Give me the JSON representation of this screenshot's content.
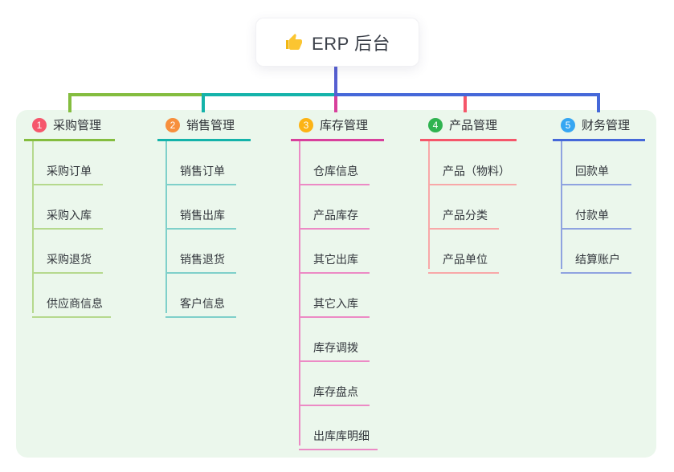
{
  "root": {
    "label": "ERP 后台",
    "icon": "thumbs-up-icon",
    "stem_color": "#565fd1"
  },
  "panel": {
    "background": "#ebf7ec"
  },
  "branches": [
    {
      "number": "1",
      "label": "采购管理",
      "badge_color": "#f5576c",
      "line_color": "#84bd3f",
      "sub_line_color": "#b5d98d",
      "items": [
        "采购订单",
        "采购入库",
        "采购退货",
        "供应商信息"
      ]
    },
    {
      "number": "2",
      "label": "销售管理",
      "badge_color": "#f78f3d",
      "line_color": "#14b3aa",
      "sub_line_color": "#7fd0ca",
      "items": [
        "销售订单",
        "销售出库",
        "销售退货",
        "客户信息"
      ]
    },
    {
      "number": "3",
      "label": "库存管理",
      "badge_color": "#fcb315",
      "line_color": "#d8409c",
      "sub_line_color": "#ec8ac5",
      "items": [
        "仓库信息",
        "产品库存",
        "其它出库",
        "其它入库",
        "库存调拨",
        "库存盘点",
        "出库库明细"
      ]
    },
    {
      "number": "4",
      "label": "产品管理",
      "badge_color": "#2fb350",
      "line_color": "#f5566a",
      "sub_line_color": "#f8a8a8",
      "items": [
        "产品（物料）",
        "产品分类",
        "产品单位"
      ]
    },
    {
      "number": "5",
      "label": "财务管理",
      "badge_color": "#36a6f2",
      "line_color": "#4568d9",
      "sub_line_color": "#8fa3e0",
      "items": [
        "回款单",
        "付款单",
        "结算账户"
      ]
    }
  ]
}
